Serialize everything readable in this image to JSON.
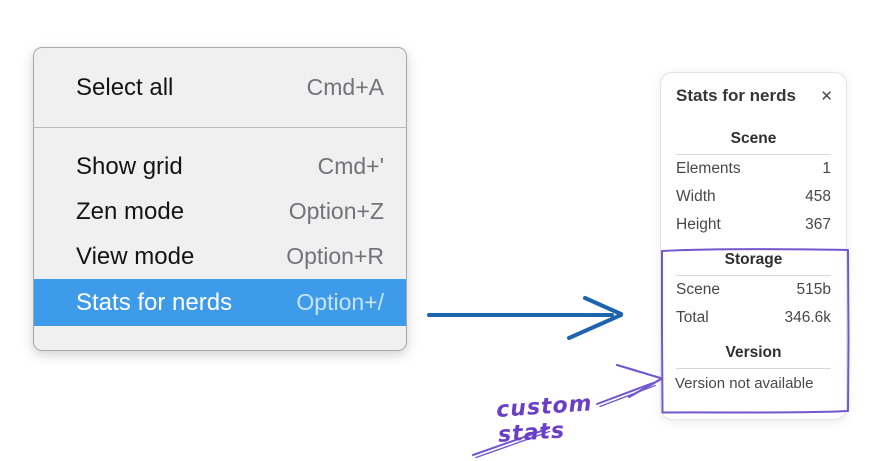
{
  "colors": {
    "highlight": "#3d9be9",
    "arrow": "#1d64ad",
    "annotation": "#7257cf",
    "annotation_text": "#6a3fc6"
  },
  "menu": {
    "items": [
      {
        "label": "Select all",
        "shortcut": "Cmd+A",
        "selected": false
      },
      {
        "label": "Show grid",
        "shortcut": "Cmd+'",
        "selected": false
      },
      {
        "label": "Zen mode",
        "shortcut": "Option+Z",
        "selected": false
      },
      {
        "label": "View mode",
        "shortcut": "Option+R",
        "selected": false
      },
      {
        "label": "Stats for nerds",
        "shortcut": "Option+/",
        "selected": true
      }
    ]
  },
  "stats_panel": {
    "title": "Stats for nerds",
    "close_icon": "✕",
    "sections": [
      {
        "heading": "Scene",
        "rows": [
          {
            "label": "Elements",
            "value": "1"
          },
          {
            "label": "Width",
            "value": "458"
          },
          {
            "label": "Height",
            "value": "367"
          }
        ]
      },
      {
        "heading": "Storage",
        "rows": [
          {
            "label": "Scene",
            "value": "515b"
          },
          {
            "label": "Total",
            "value": "346.6k"
          }
        ]
      },
      {
        "heading": "Version",
        "rows": [],
        "note": "Version not available"
      }
    ]
  },
  "annotations": {
    "custom_stats": "custom stats"
  }
}
